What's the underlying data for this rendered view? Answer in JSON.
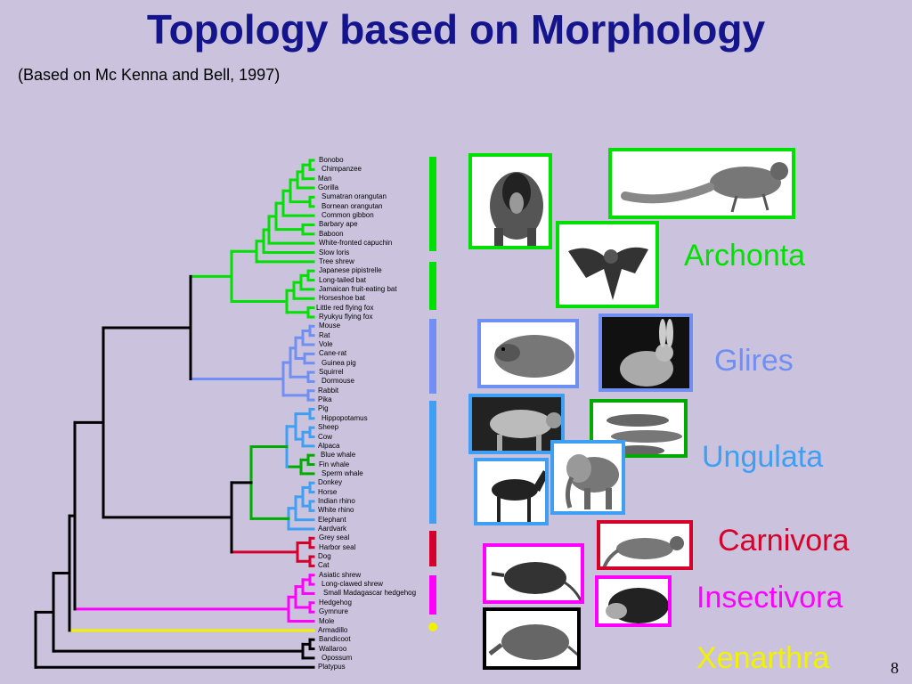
{
  "title": "Topology based on Morphology",
  "subtitle": "(Based on Mc Kenna and Bell, 1997)",
  "page_number": "8",
  "colors": {
    "archonta": "#00e000",
    "glires": "#6f8ff2",
    "ungulata": "#3f9ff2",
    "whales": "#00aa00",
    "carnivora": "#d4002a",
    "insectivora": "#ff00ff",
    "xenarthra": "#f2f200",
    "root": "#000000",
    "title": "#14148c"
  },
  "taxa": [
    "Bonobo",
    "Chimpanzee",
    "Man",
    "Gorilla",
    "Sumatran orangutan",
    "Bornean orangutan",
    "Common gibbon",
    "Barbary ape",
    "Baboon",
    "White-fronted capuchin",
    "Slow loris",
    "Tree shrew",
    "Japanese pipistrelle",
    "Long-tailed bat",
    "Jamaican fruit-eating bat",
    "Horseshoe bat",
    "Little red flying fox",
    "Ryukyu flying fox",
    "Mouse",
    "Rat",
    "Vole",
    "Cane-rat",
    "Guinea pig",
    "Squirrel",
    "Dormouse",
    "Rabbit",
    "Pika",
    "Pig",
    "Hippopotamus",
    "Sheep",
    "Cow",
    "Alpaca",
    "Blue whale",
    "Fin whale",
    "Sperm whale",
    "Donkey",
    "Horse",
    "Indian rhino",
    "White rhino",
    "Elephant",
    "Aardvark",
    "Grey seal",
    "Harbor seal",
    "Dog",
    "Cat",
    "Asiatic shrew",
    "Long-clawed shrew",
    "Small Madagascar hedgehog",
    "Hedgehog",
    "Gymnure",
    "Mole",
    "Armadillo",
    "Bandicoot",
    "Wallaroo",
    "Opossum",
    "Platypus"
  ],
  "clades": [
    {
      "name": "Archonta",
      "color": "#00e000"
    },
    {
      "name": "Glires",
      "color": "#6f8ff2"
    },
    {
      "name": "Ungulata",
      "color": "#3f9ff2"
    },
    {
      "name": "Carnivora",
      "color": "#d4002a"
    },
    {
      "name": "Insectivora",
      "color": "#ff00ff"
    },
    {
      "name": "Xenarthra",
      "color": "#f2f200"
    }
  ],
  "images": [
    {
      "name": "mandrill-image",
      "color": "#00e000"
    },
    {
      "name": "tree-shrew-image",
      "color": "#00e000"
    },
    {
      "name": "bat-image",
      "color": "#00e000"
    },
    {
      "name": "rat-image",
      "color": "#6f8ff2"
    },
    {
      "name": "rabbit-image",
      "color": "#6f8ff2"
    },
    {
      "name": "bull-image",
      "color": "#3f9ff2"
    },
    {
      "name": "dolphins-image",
      "color": "#00aa00"
    },
    {
      "name": "horse-image",
      "color": "#3f9ff2"
    },
    {
      "name": "elephant-image",
      "color": "#3f9ff2"
    },
    {
      "name": "civet-image",
      "color": "#d4002a"
    },
    {
      "name": "shrew-image",
      "color": "#ff00ff"
    },
    {
      "name": "hedgehog-image",
      "color": "#ff00ff"
    },
    {
      "name": "armadillo-image",
      "color": "#000000"
    }
  ]
}
